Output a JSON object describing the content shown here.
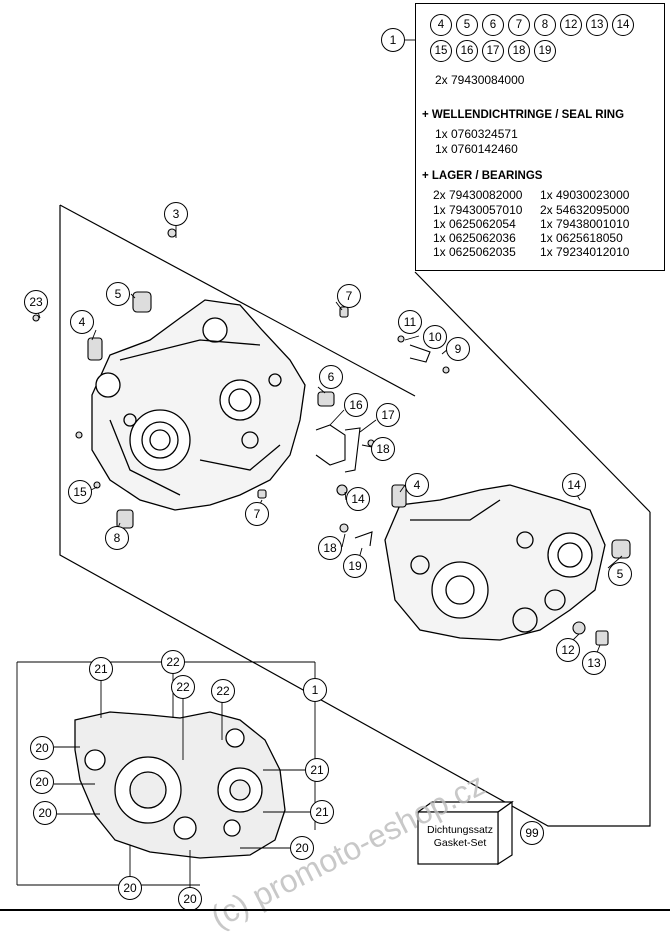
{
  "legend": {
    "ref": "1",
    "circles_row1": [
      "4",
      "5",
      "6",
      "7",
      "8",
      "12",
      "13",
      "14"
    ],
    "circles_row2": [
      "15",
      "16",
      "17",
      "18",
      "19"
    ],
    "bolts": "2x 79430084000",
    "seal_header": "+ WELLENDICHTRINGE /  SEAL RING",
    "seal_items": [
      "1x 0760324571",
      "1x 0760142460"
    ],
    "bearing_header": "+ LAGER / BEARINGS",
    "bearings_col1": [
      "2x 79430082000",
      "1x 79430057010",
      "1x 0625062054",
      "1x 0625062036",
      "1x 0625062035"
    ],
    "bearings_col2": [
      "1x 49030023000",
      "2x 54632095000",
      "1x 79438001010",
      "1x 0625618050",
      "1x 79234012010"
    ]
  },
  "callouts": [
    "3",
    "23",
    "4",
    "5",
    "7",
    "11",
    "10",
    "9",
    "6",
    "16",
    "17",
    "18",
    "15",
    "14",
    "7",
    "8",
    "4",
    "14",
    "18",
    "19",
    "5",
    "12",
    "13",
    "1",
    "21",
    "22",
    "22",
    "22",
    "20",
    "20",
    "21",
    "20",
    "21",
    "20",
    "20",
    "20",
    "99"
  ],
  "gasket": {
    "line1": "Dichtungssatz",
    "line2": "Gasket-Set",
    "ref": "99"
  },
  "watermark": "(c) promoto-eshop.cz"
}
